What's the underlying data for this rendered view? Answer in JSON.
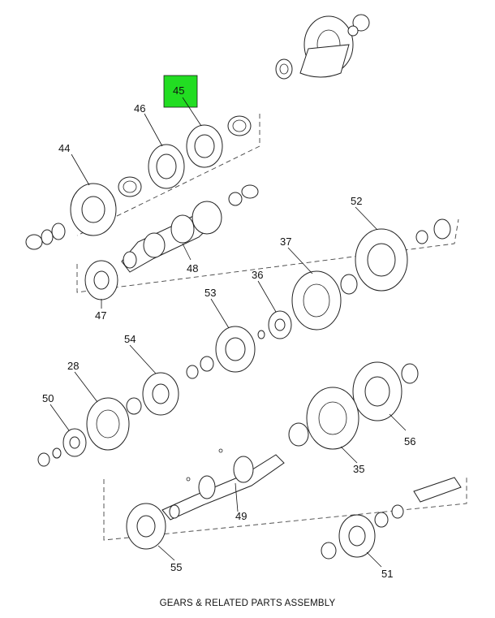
{
  "caption": "GEARS & RELATED PARTS ASSEMBLY",
  "highlight_color": "#22dd22",
  "callouts": {
    "c45": "45",
    "c46": "46",
    "c44": "44",
    "c52": "52",
    "c37": "37",
    "c48": "48",
    "c36": "36",
    "c47": "47",
    "c53": "53",
    "c54": "54",
    "c28": "28",
    "c50": "50",
    "c56": "56",
    "c35": "35",
    "c49": "49",
    "c51": "51",
    "c55": "55"
  }
}
